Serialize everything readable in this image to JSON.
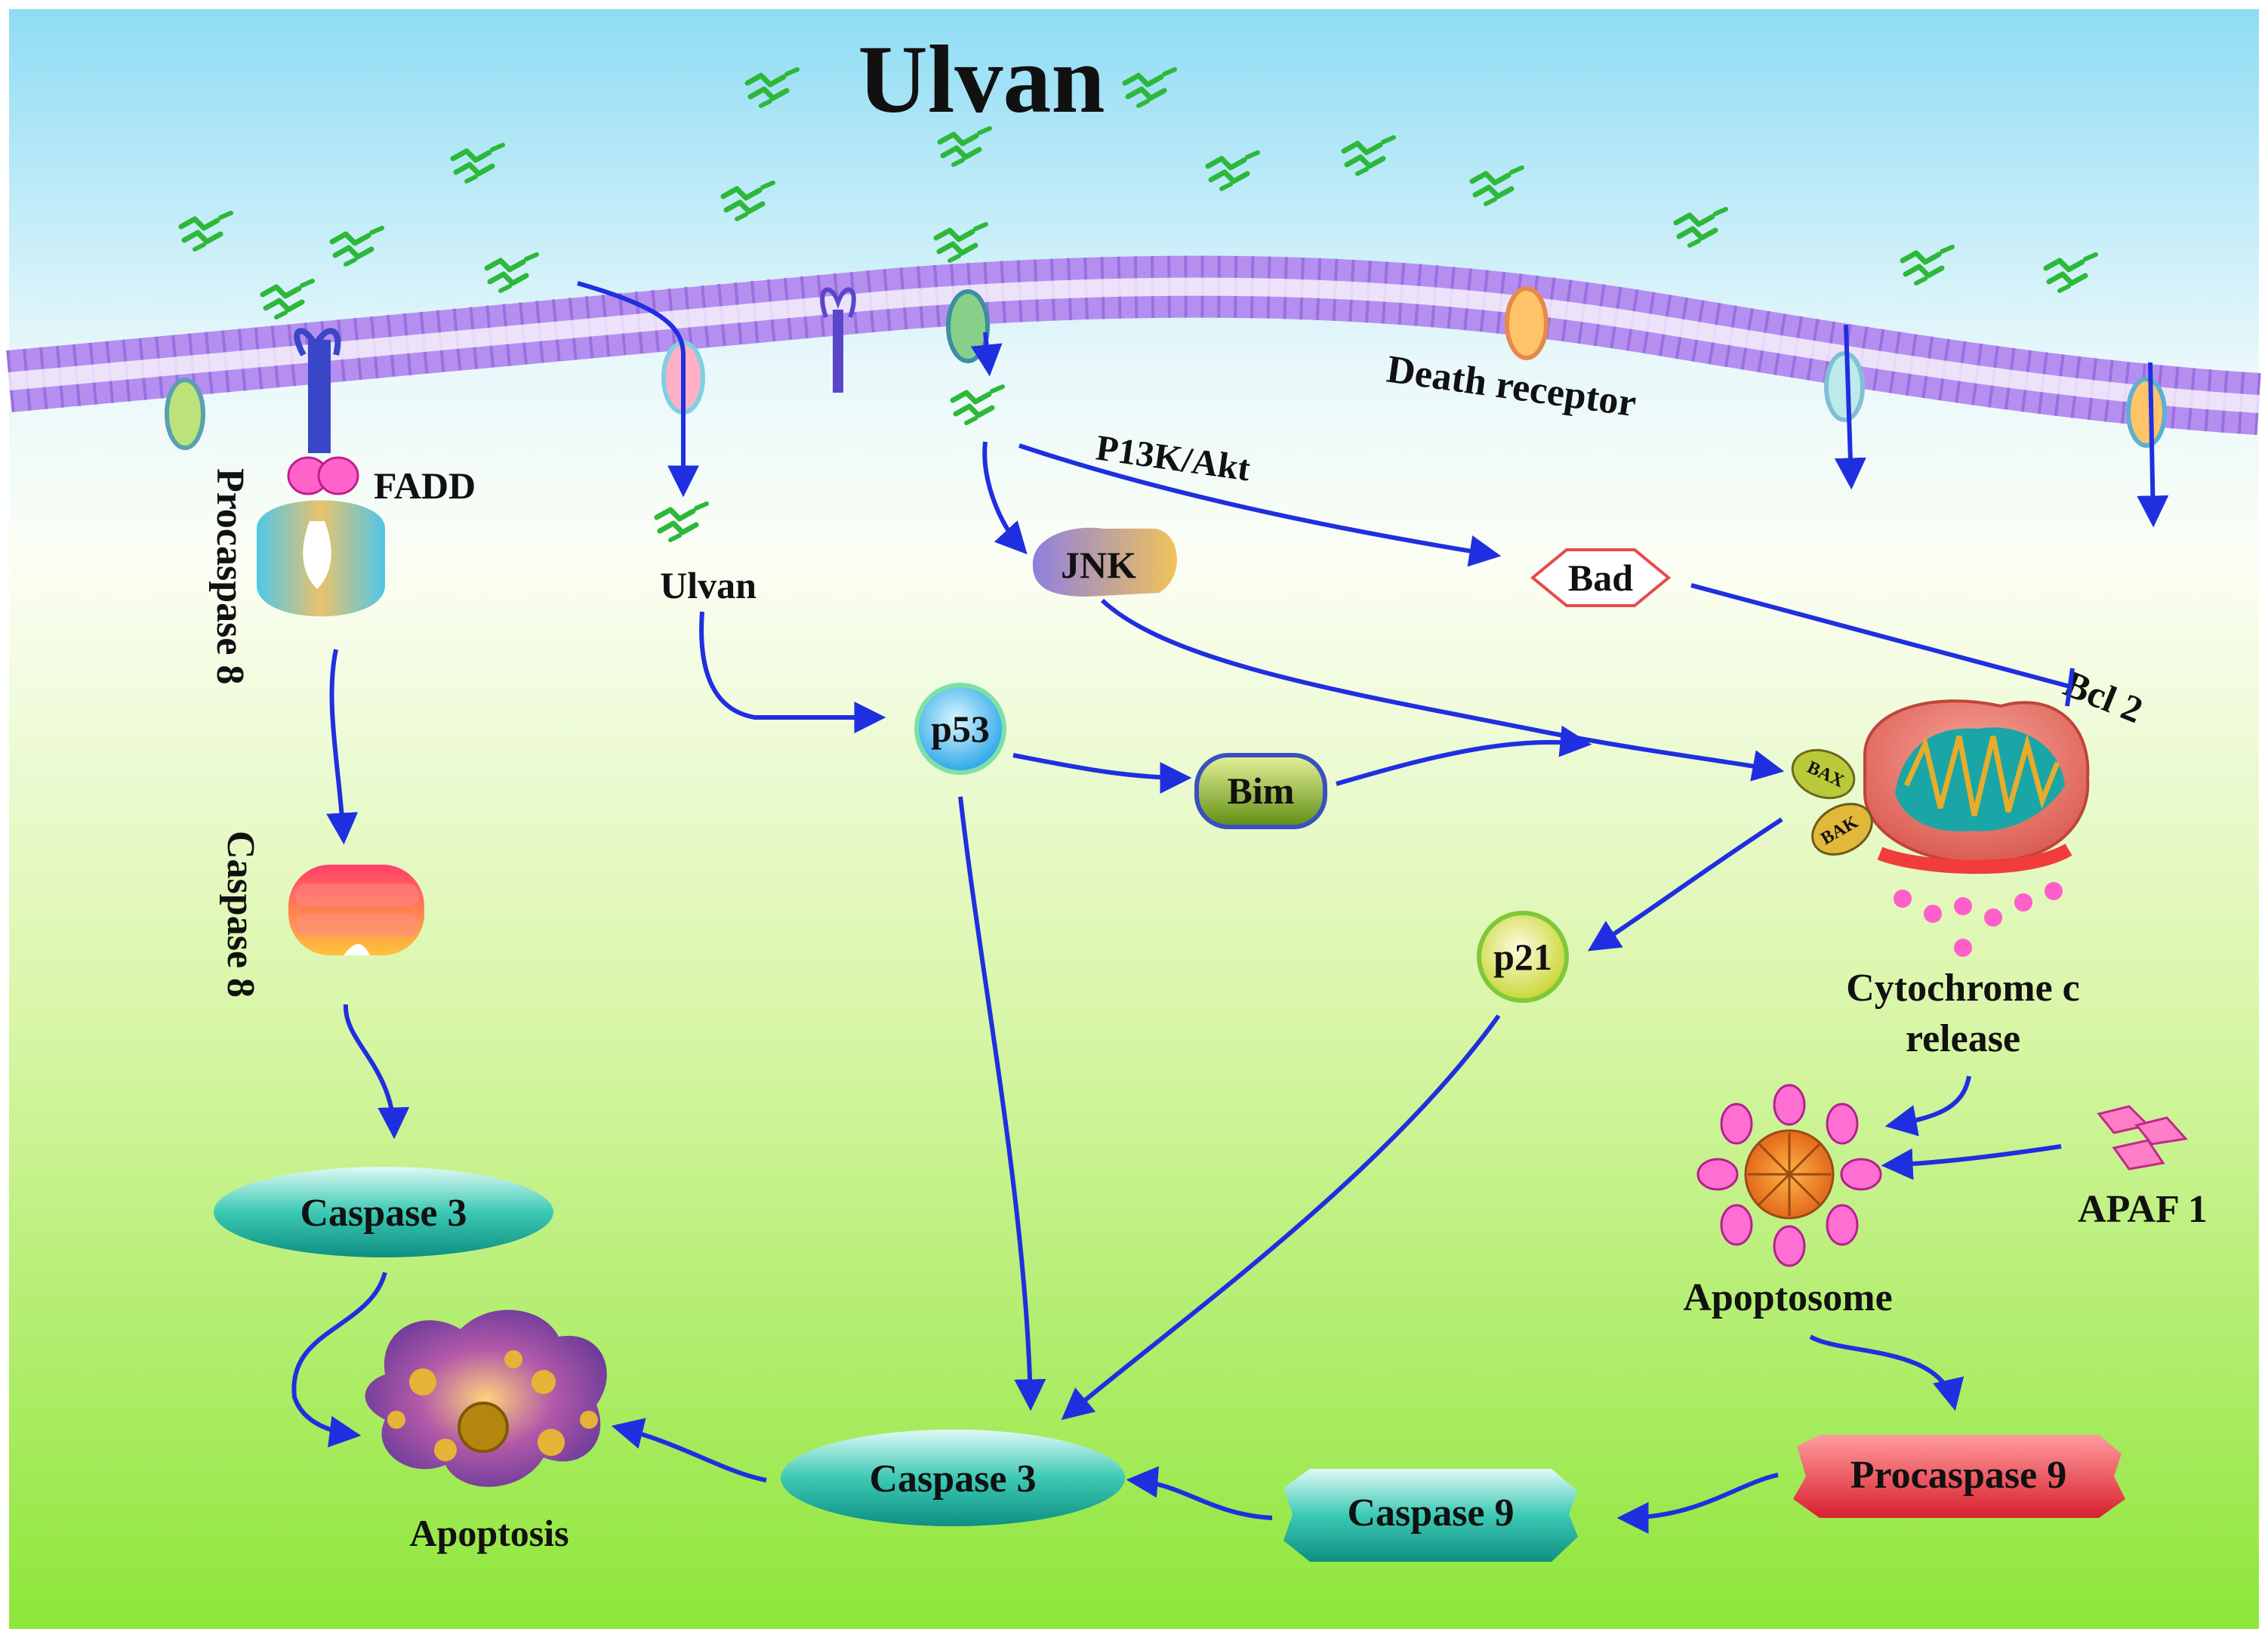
{
  "title": "Ulvan",
  "labels": {
    "fadd": "FADD",
    "procaspase8": "Procaspase 8",
    "caspase8": "Caspase 8",
    "caspase3_left": "Caspase 3",
    "apoptosis": "Apoptosis",
    "ulvan_inner": "Ulvan",
    "p53": "p53",
    "bim": "Bim",
    "jnk": "JNK",
    "pi3k": "P13K/Akt",
    "bad": "Bad",
    "death_receptor": "Death receptor",
    "bcl2": "Bcl 2",
    "bax": "BAX",
    "bak": "BAK",
    "p21": "p21",
    "cyto_line1": "Cytochrome c",
    "cyto_line2": "release",
    "apaf1": "APAF 1",
    "apoptosome": "Apoptosome",
    "procaspase9": "Procaspase 9",
    "caspase9": "Caspase 9",
    "caspase3_center": "Caspase 3"
  },
  "colors": {
    "arrow": "#1f2fe0",
    "molecule": "#2db83a",
    "membrane": "#9b6fe0",
    "sky_top": "#8fdcf4",
    "ground_bottom": "#8ee63a"
  }
}
